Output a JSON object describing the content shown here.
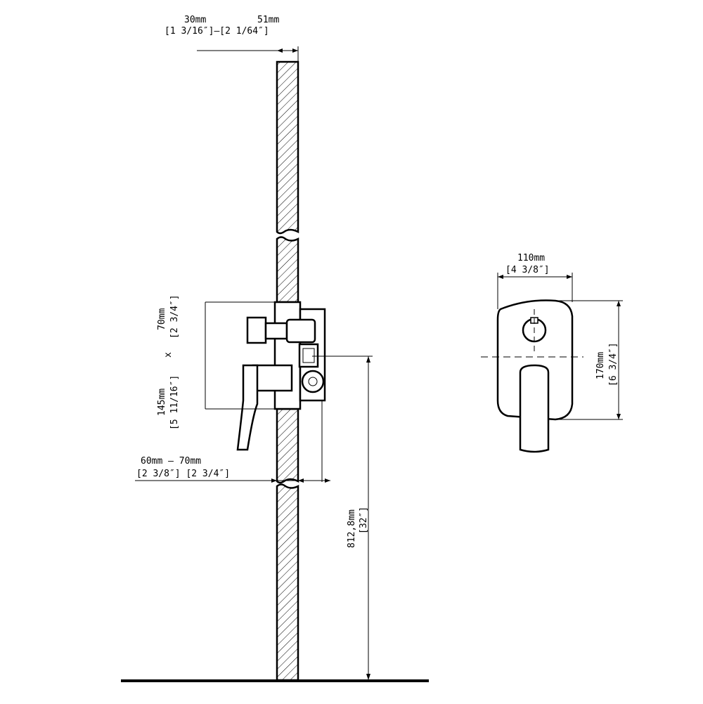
{
  "dimensions": {
    "wall_min_mm": "30mm",
    "wall_max_mm": "51mm",
    "wall_range_in": "[1 3/16″]—[2 1/64″]",
    "rough_height_mm": "70mm",
    "rough_height_in": "[2 3/4″]",
    "rough_width_mm": "145mm",
    "rough_width_in": "[5 11/16″]",
    "times": "x",
    "depth_mm": "60mm — 70mm",
    "depth_in": "[2 3/8″] [2 3/4″]",
    "floor_height_mm": "812,8mm",
    "floor_height_in": "[32″]",
    "plate_width_mm": "110mm",
    "plate_width_in": "[4 3/8″]",
    "plate_height_mm": "170mm",
    "plate_height_in": "[6 3/4″]"
  }
}
